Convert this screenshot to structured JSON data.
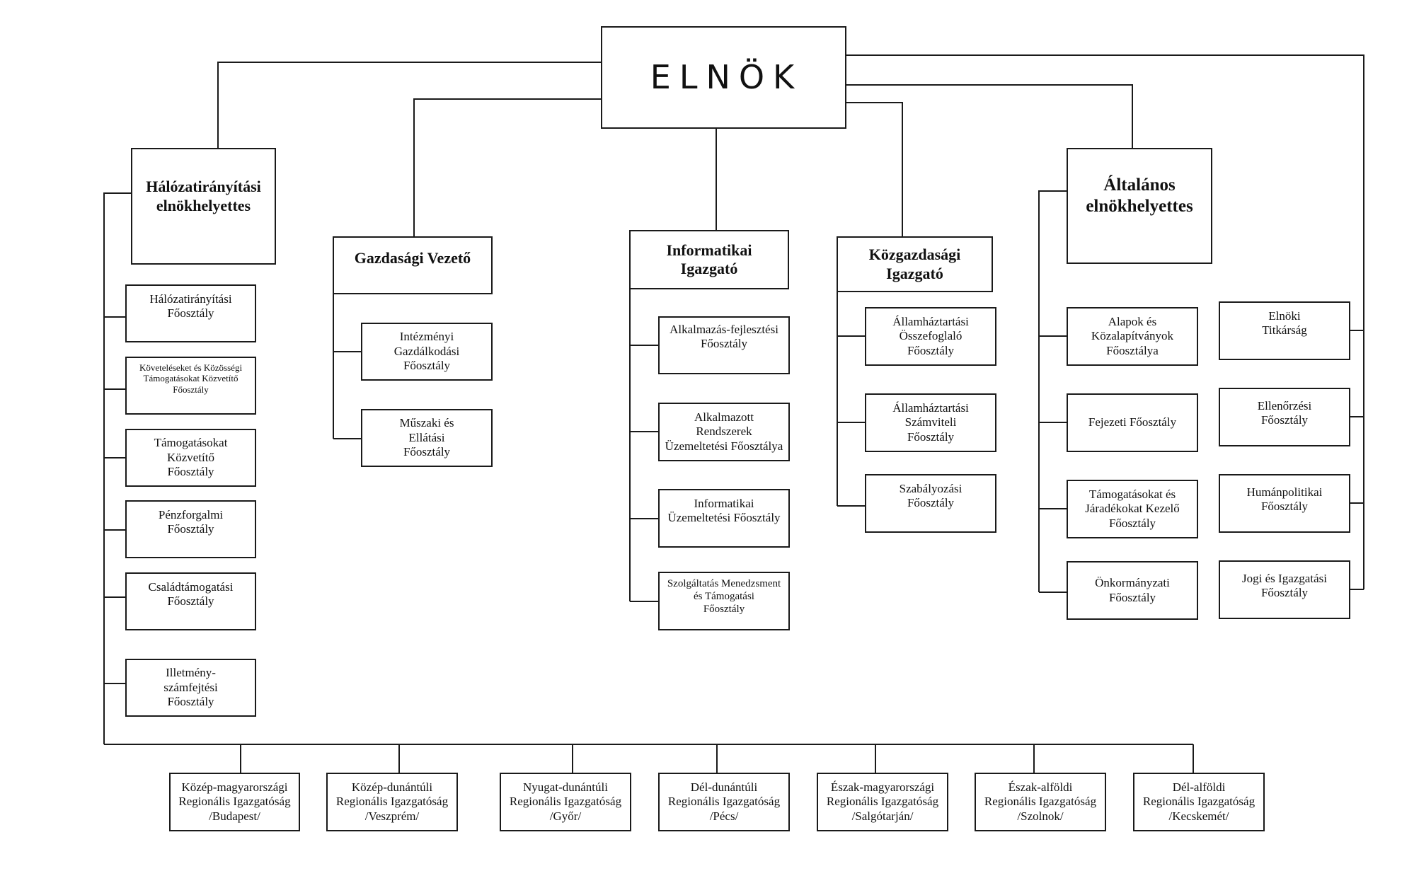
{
  "president": "ELNÖK",
  "network_deputy": {
    "title": "Hálózatirányítási\nelnökhelyettes",
    "departments": [
      "Hálózatirányítási\nFőosztály",
      "Követeléseket és Közösségi\nTámogatásokat Közvetítő\nFőosztály",
      "Támogatásokat\nKözvetítő\nFőosztály",
      "Pénzforgalmi\nFőosztály",
      "Családtámogatási\nFőosztály",
      "Illetmény-\nszámfejtési\nFőosztály"
    ]
  },
  "economic_director": {
    "title": "Gazdasági Vezető",
    "departments": [
      "Intézményi\nGazdálkodási\nFőosztály",
      "Műszaki és\nEllátási\nFőosztály"
    ]
  },
  "it_director": {
    "title": "Informatikai\nIgazgató",
    "departments": [
      "Alkalmazás-fejlesztési\nFőosztály",
      "Alkalmazott\nRendszerek\nÜzemeltetési Főosztálya",
      "Informatikai\nÜzemeltetési Főosztály",
      "Szolgáltatás Menedzsment\nés Támogatási\nFőosztály"
    ]
  },
  "economics_director": {
    "title": "Közgazdasági\nIgazgató",
    "departments": [
      "Államháztartási\nÖsszefoglaló\nFőosztály",
      "Államháztartási\nSzámviteli\nFőosztály",
      "Szabályozási\nFőosztály"
    ]
  },
  "general_deputy": {
    "title": "Általános\nelnökhelyettes",
    "departments": [
      "Alapok és\nKözalapítványok\nFőosztálya",
      "Fejezeti Főosztály",
      "Támogatásokat és\nJáradékokat Kezelő\nFőosztály",
      "Önkormányzati\nFőosztály"
    ]
  },
  "president_units": [
    "Elnöki\nTitkárság",
    "Ellenőrzési\nFőosztály",
    "Humánpolitikai\nFőosztály",
    "Jogi és Igazgatási\nFőosztály"
  ],
  "regional_directorates": [
    "Közép-magyarországi\nRegionális Igazgatóság\n/Budapest/",
    "Közép-dunántúli\nRegionális Igazgatóság\n/Veszprém/",
    "Nyugat-dunántúli\nRegionális Igazgatóság\n/Győr/",
    "Dél-dunántúli\nRegionális Igazgatóság\n/Pécs/",
    "Észak-magyarországi\nRegionális Igazgatóság\n/Salgótarján/",
    "Észak-alföldi\nRegionális Igazgatóság\n/Szolnok/",
    "Dél-alföldi\nRegionális Igazgatóság\n/Kecskemét/"
  ]
}
